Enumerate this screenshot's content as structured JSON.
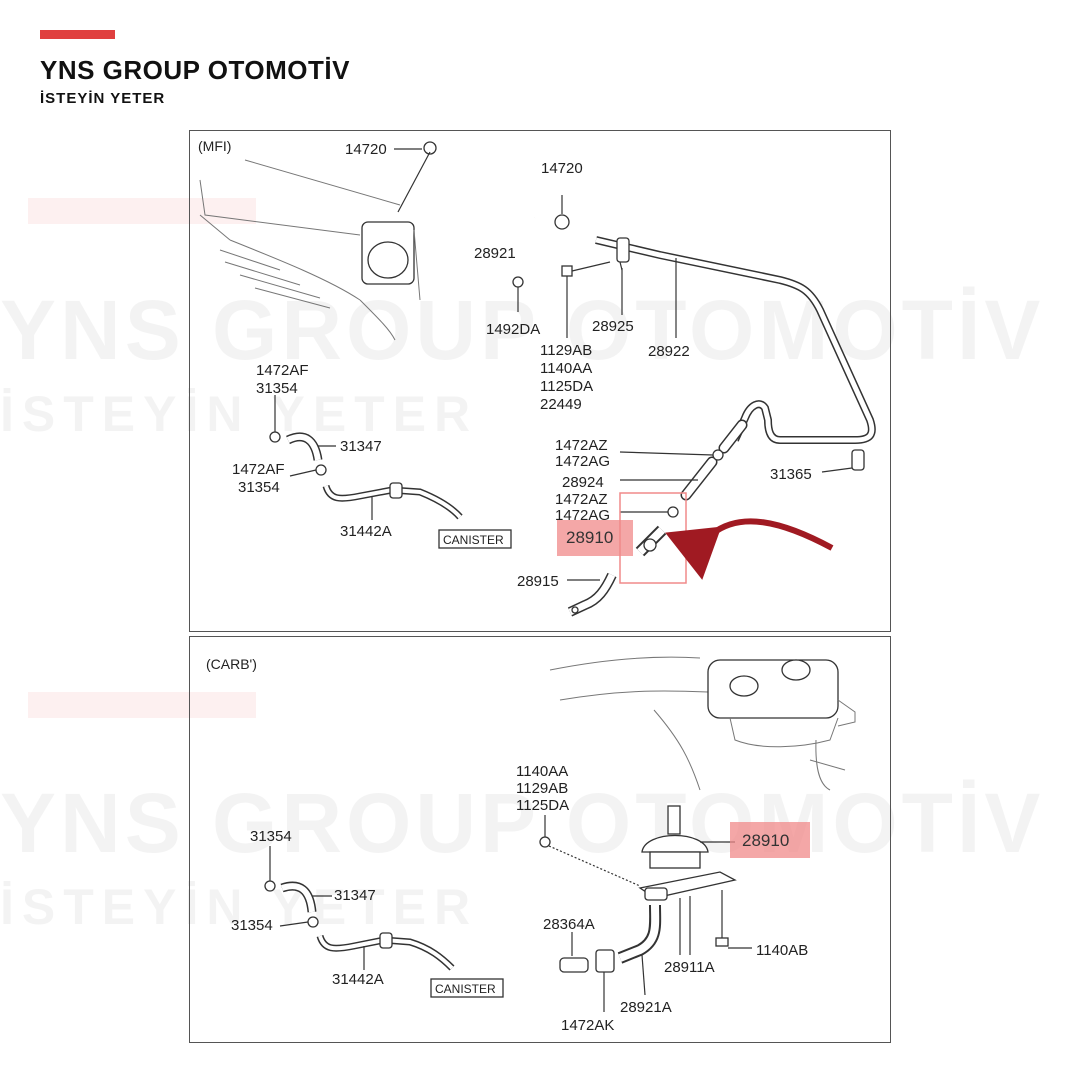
{
  "brand": {
    "name": "YNS GROUP OTOMOTİV",
    "tagline": "İSTEYİN YETER",
    "accent_color": "#e0403f"
  },
  "highlight_color": "#f08a8a",
  "arrow_color": "#a01a22",
  "sections": {
    "mfi": {
      "title": "(MFI)",
      "labels": {
        "l_14720_a": "14720",
        "l_14720_b": "14720",
        "l_28921": "28921",
        "l_1492da": "1492DA",
        "l_28925": "28925",
        "l_28922": "28922",
        "l_1129ab": "1129AB",
        "l_1140aa": "1140AA",
        "l_1125da": "1125DA",
        "l_22449": "22449",
        "l_1472af_a": "1472AF",
        "l_31354_a": "31354",
        "l_31347": "31347",
        "l_1472af_b": "1472AF",
        "l_31354_b": "31354",
        "l_31442a": "31442A",
        "l_canister": "CANISTER",
        "l_1472az_a": "1472AZ",
        "l_1472ag_a": "1472AG",
        "l_28924": "28924",
        "l_1472az_b": "1472AZ",
        "l_1472ag_b": "1472AG",
        "l_31365": "31365",
        "l_28910": "28910",
        "l_28915": "28915"
      }
    },
    "carb": {
      "title": "(CARB')",
      "labels": {
        "l_1140aa": "1140AA",
        "l_1129ab": "1129AB",
        "l_1125da": "1125DA",
        "l_28910": "28910",
        "l_31354_a": "31354",
        "l_31347": "31347",
        "l_31354_b": "31354",
        "l_31442a": "31442A",
        "l_canister": "CANISTER",
        "l_28364a": "28364A",
        "l_1140ab": "1140AB",
        "l_28911a": "28911A",
        "l_28921a": "28921A",
        "l_1472ak": "1472AK"
      }
    }
  }
}
